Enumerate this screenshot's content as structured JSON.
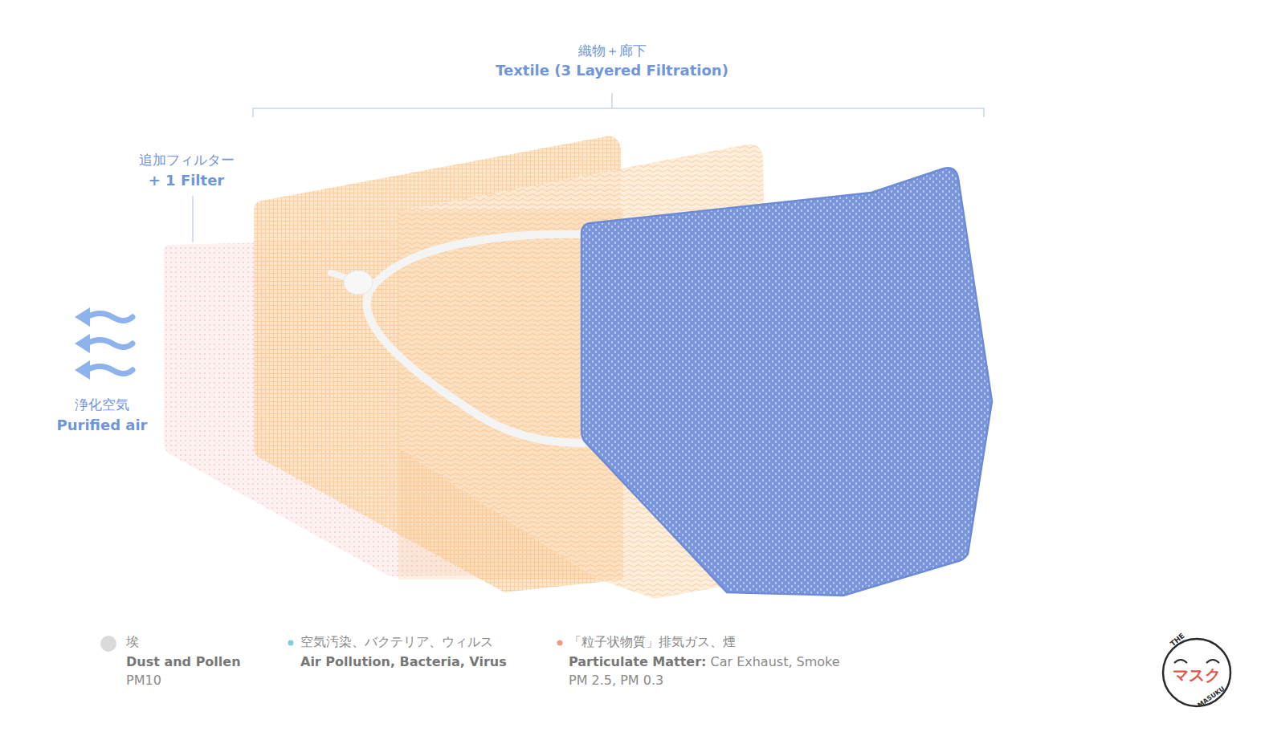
{
  "diagram": {
    "labels": [
      "織物＋廊下",
      "Textile (3 Layered Filtration)",
      "追加フィルター",
      "+ 1 Filter",
      "浄化空気",
      "Purified air",
      "Dust and Pollen",
      "PM10",
      "Air Pollution, Bacteria, Virus",
      "Particulate Matter:",
      "Car Exhaust, Smoke",
      "PM 2.5, PM 0.3",
      "THE",
      "マスク",
      "MASUKU"
    ],
    "legend": [
      {
        "text": "埃",
        "color": "#d6d6d6"
      },
      {
        "text": "空気汚染、バクテリア、ウィルス",
        "color": "#7fd0d6"
      },
      {
        "text": "「粒子状物質」排気ガス、煙",
        "color": "#f09a85"
      }
    ]
  }
}
